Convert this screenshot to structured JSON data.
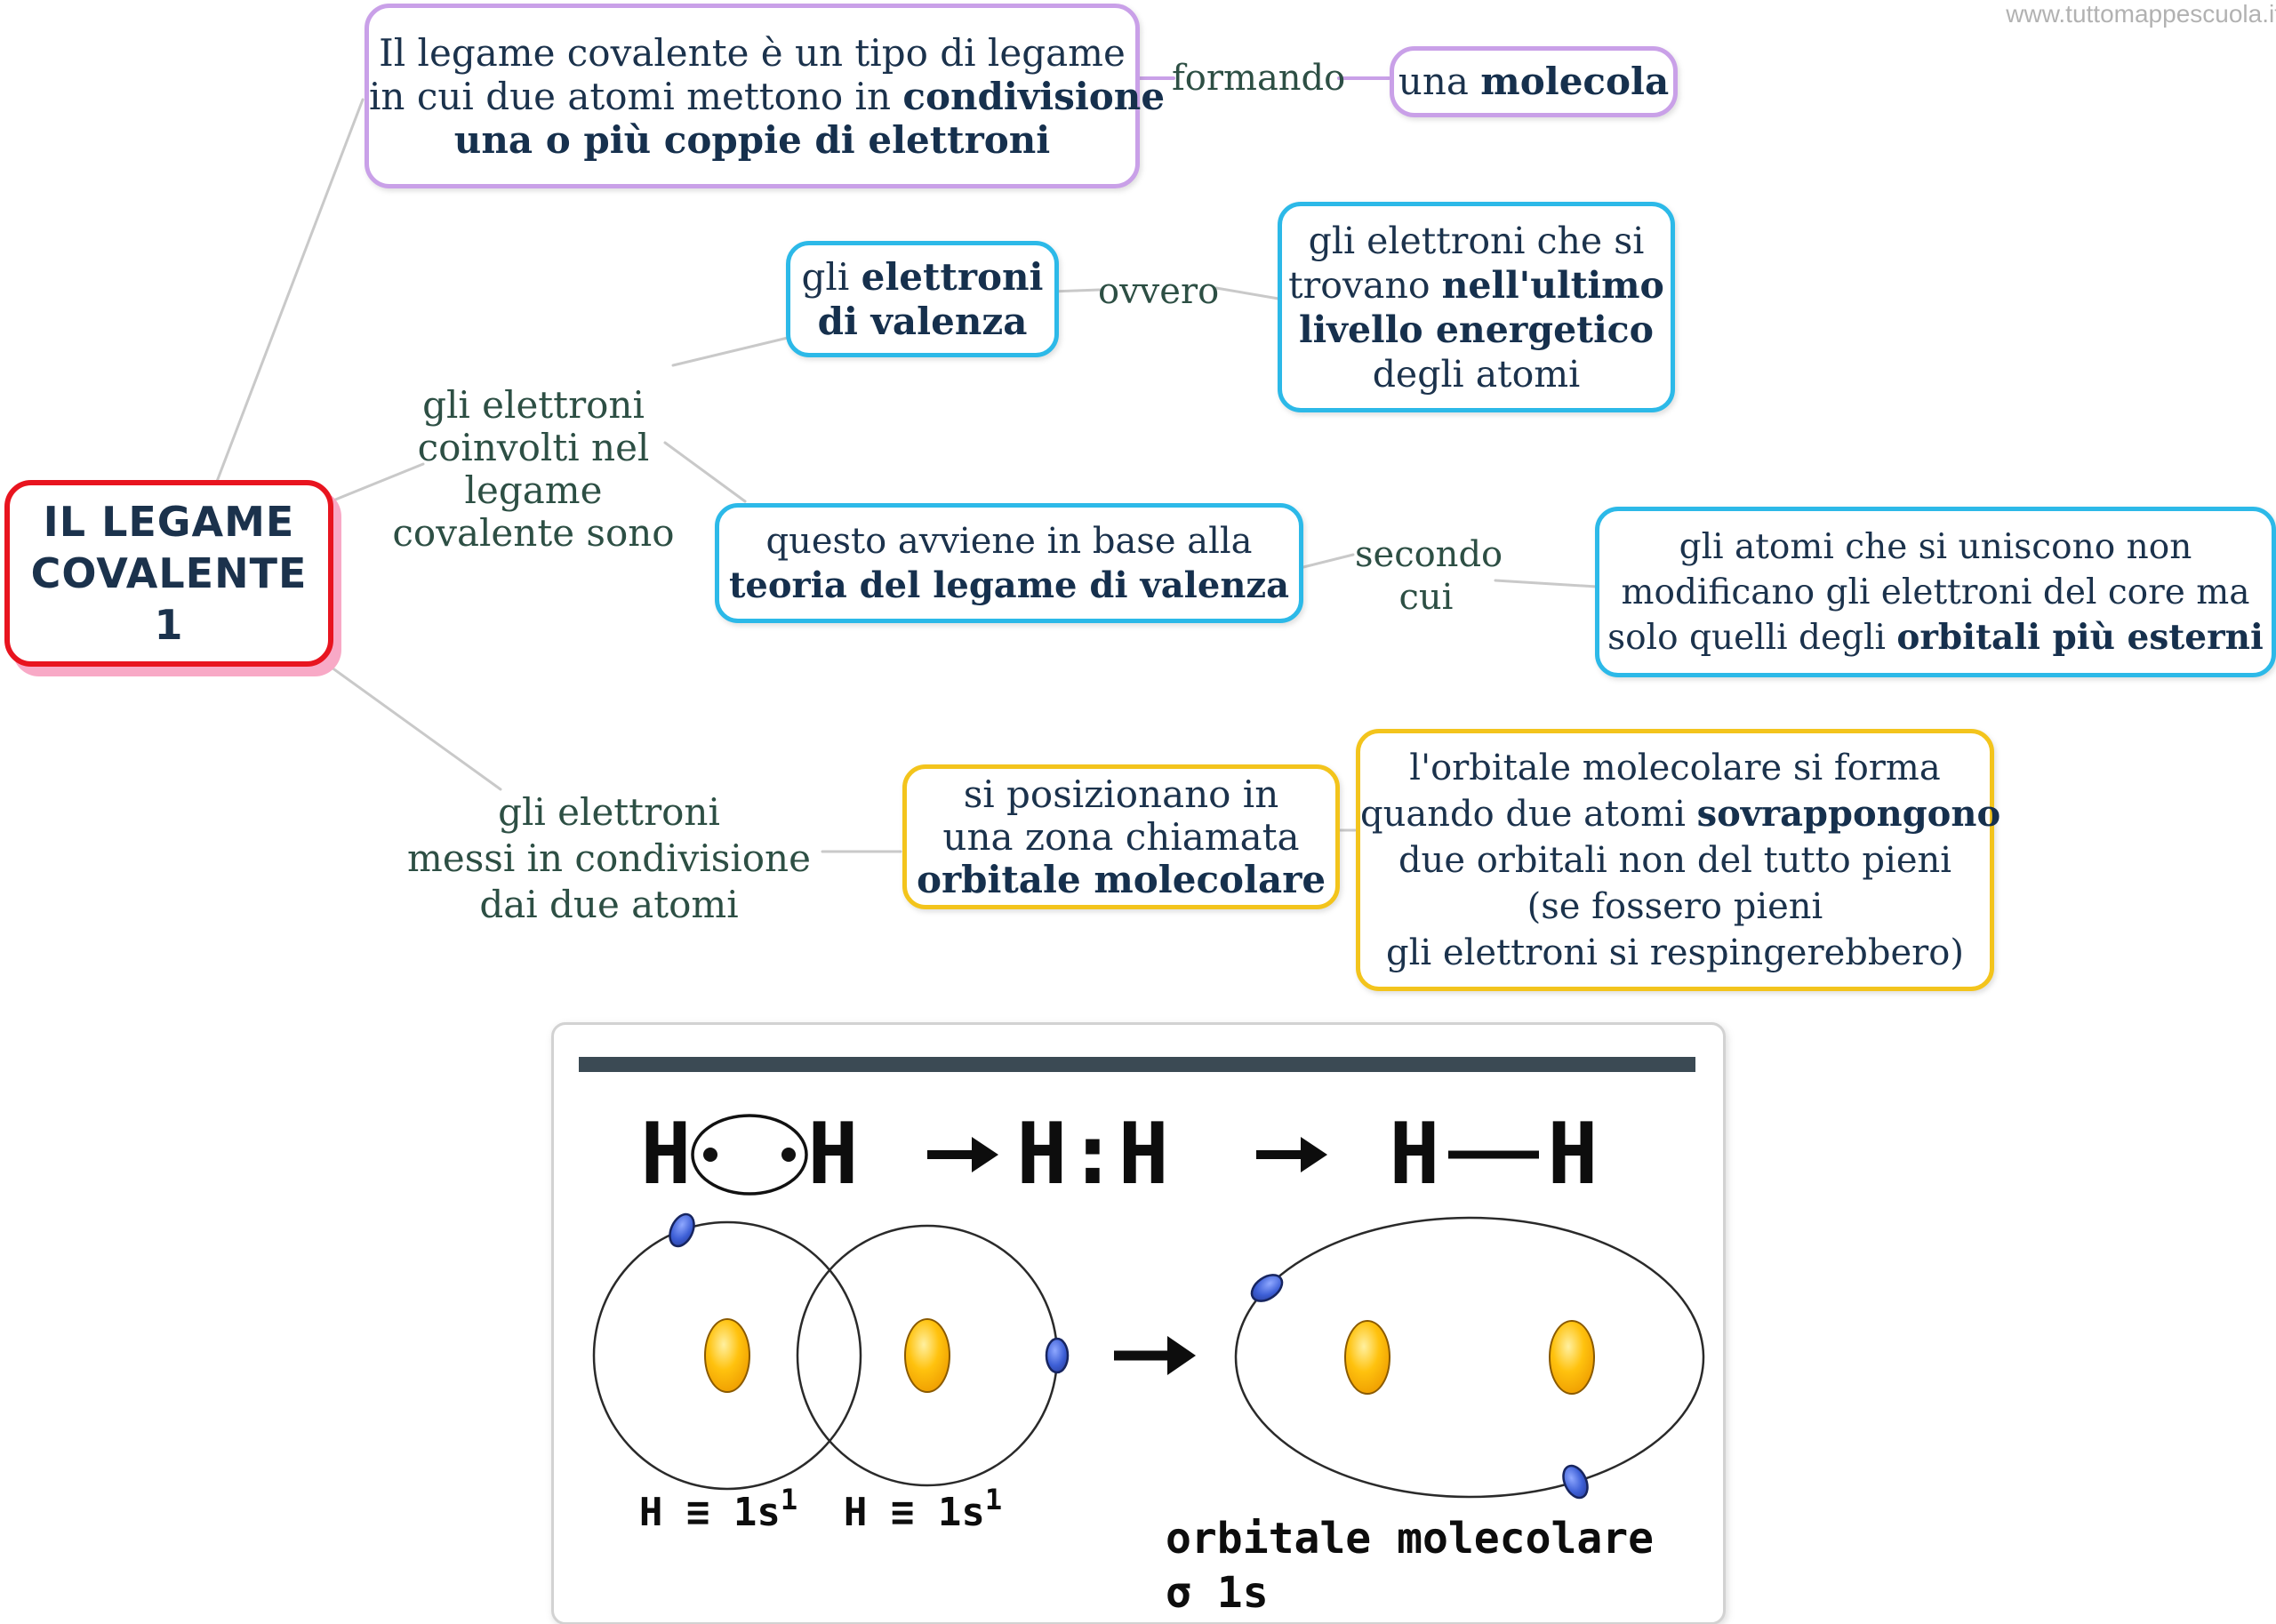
{
  "watermark": "www.tuttomappescuola.it",
  "colors": {
    "root_border": "#e8141f",
    "root_shadow": "#f8a9c6",
    "purple_border": "#c9a0e8",
    "cyan_border": "#2cb9e8",
    "yellow_border": "#f3c41c",
    "text_navy": "#1b324c",
    "text_green": "#2d4f44",
    "connector_gray": "#c9c9c9",
    "panel_bar": "#3b4a54",
    "nucleus_orange": "#ffc20e",
    "electron_blue": "#3d5fd6"
  },
  "root": {
    "lines": [
      "IL LEGAME",
      "COVALENTE",
      "1"
    ]
  },
  "nodes": {
    "definition": {
      "lines": [
        {
          "pre": "Il legame covalente è un tipo di legame"
        },
        {
          "pre": "in cui due atomi mettono in ",
          "b": "condivisione"
        },
        {
          "b": "una o più coppie di elettroni"
        }
      ]
    },
    "molecola": {
      "lines": [
        {
          "pre": "una ",
          "b": "molecola"
        }
      ]
    },
    "valenza": {
      "lines": [
        {
          "pre": "gli ",
          "b": "elettroni"
        },
        {
          "b": "di valenza"
        }
      ]
    },
    "ultimo": {
      "lines": [
        {
          "pre": "gli elettroni che si"
        },
        {
          "pre": "trovano ",
          "b": "nell'ultimo"
        },
        {
          "b": "livello energetico"
        },
        {
          "pre": "degli atomi"
        }
      ]
    },
    "teoria": {
      "lines": [
        {
          "pre": "questo avviene in base alla"
        },
        {
          "b": "teoria del legame di valenza"
        }
      ]
    },
    "core": {
      "lines": [
        {
          "pre": "gli atomi che si uniscono non"
        },
        {
          "pre": "modificano gli elettroni del core ma"
        },
        {
          "pre": "solo quelli degli ",
          "b": "orbitali più esterni"
        }
      ]
    },
    "posizionano": {
      "lines": [
        {
          "pre": "si posizionano in"
        },
        {
          "pre": "una zona chiamata"
        },
        {
          "b": "orbitale molecolare"
        }
      ]
    },
    "sovrappongono": {
      "lines": [
        {
          "pre": "l'orbitale molecolare si forma"
        },
        {
          "pre": "quando due atomi ",
          "b": "sovrappongono"
        },
        {
          "pre": "due orbitali non del tutto pieni"
        },
        {
          "pre": "(se fossero pieni"
        },
        {
          "pre": "gli elettroni si respingerebbero)"
        }
      ]
    }
  },
  "plain": {
    "coinvolti": [
      "gli elettroni",
      "coinvolti nel",
      "legame",
      "covalente sono"
    ],
    "condivisi": [
      "gli elettroni",
      "messi in condivisione",
      "dai due atomi"
    ],
    "formando": "formando",
    "ovvero": "ovvero",
    "secondo": [
      "secondo",
      "cui"
    ]
  },
  "panel": {
    "scheme": {
      "h": "H",
      "hh": "H:H"
    },
    "labels": {
      "config_base": "H ≡ 1s",
      "config_sup": "1",
      "orbital1": "orbitale molecolare",
      "orbital2": "σ 1s"
    }
  }
}
